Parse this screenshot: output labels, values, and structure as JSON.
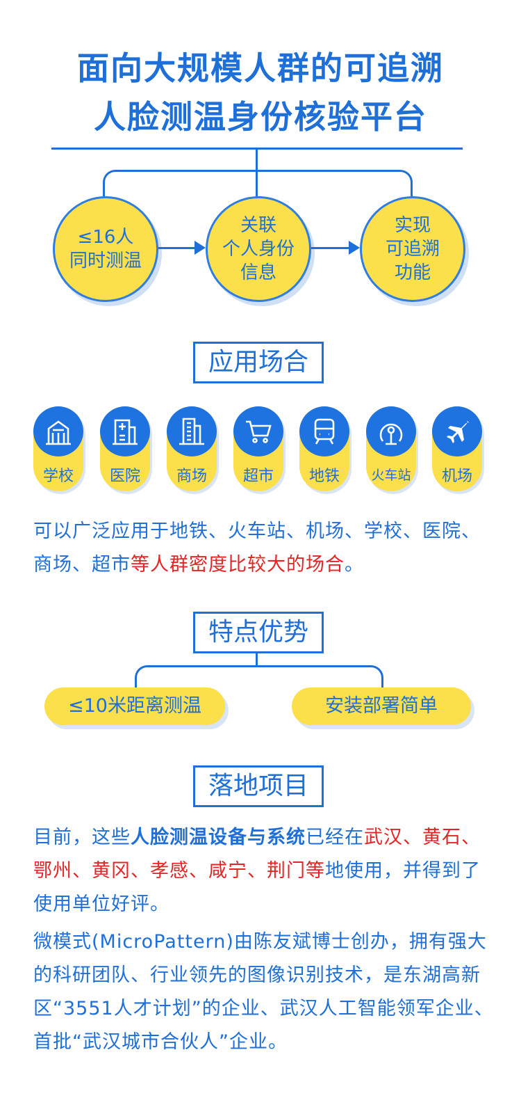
{
  "title": {
    "line1": "面向大规模人群的可追溯",
    "line2": "人脸测温身份核验平台"
  },
  "steps": [
    {
      "lines": [
        "≤16人",
        "同时测温"
      ]
    },
    {
      "lines": [
        "关联",
        "个人身份",
        "信息"
      ]
    },
    {
      "lines": [
        "实现",
        "可追溯",
        "功能"
      ]
    }
  ],
  "sections": {
    "scenes": "应用场合",
    "features": "特点优势",
    "projects": "落地项目"
  },
  "scenes": [
    {
      "label": "学校",
      "icon": "school-icon"
    },
    {
      "label": "医院",
      "icon": "hospital-icon"
    },
    {
      "label": "商场",
      "icon": "mall-icon"
    },
    {
      "label": "超市",
      "icon": "cart-icon"
    },
    {
      "label": "地铁",
      "icon": "subway-icon"
    },
    {
      "label": "火车站",
      "icon": "train-station-icon"
    },
    {
      "label": "机场",
      "icon": "airplane-icon"
    }
  ],
  "scene_text": {
    "part1": "可以广泛应用于地铁、火车站、机场、学校、医院、商场、超市",
    "part2": "等人群密度比较大的场合",
    "part3": "。"
  },
  "features": [
    "≤10米距离测温",
    "安装部署简单"
  ],
  "projects": {
    "p1_a": "目前，这些",
    "p1_b": "人脸测温设备与系统",
    "p1_c": "已经在",
    "p1_d": "武汉、黄石、鄂州、黄冈、孝感、咸宁、荆门等",
    "p1_e": "地使用，并得到了使用单位好评。",
    "p2": "微模式(MicroPattern)由陈友斌博士创办，拥有强大的科研团队、行业领先的图像识别技术，是东湖高新区“3551人才计划”的企业、武汉人工智能领军企业、首批“武汉城市合伙人”企业。"
  },
  "colors": {
    "blue": "#1f6fd8",
    "yellow": "#fbdf4b",
    "red": "#e32525"
  }
}
